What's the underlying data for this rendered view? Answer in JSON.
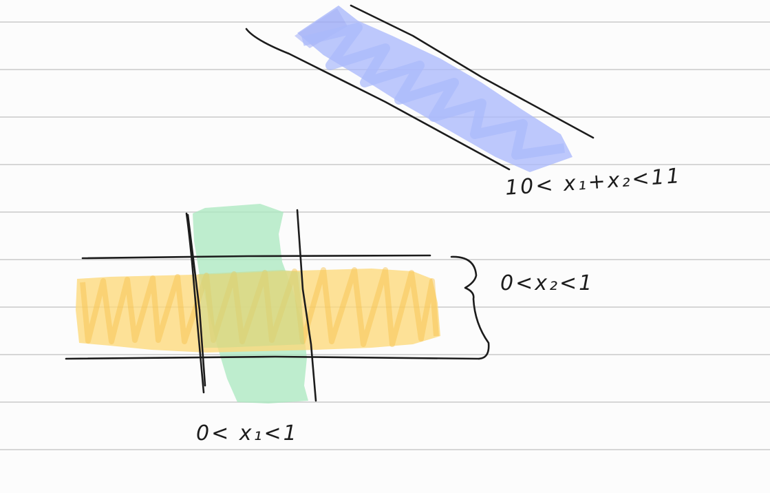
{
  "labels": {
    "band": "10< x₁+x₂<11",
    "x2_range": "0<x₂<1",
    "x1_range": "0< x₁<1"
  },
  "colors": {
    "paper": "#fcfcfc",
    "rule_lines": "#d6d6d6",
    "ink": "#1c1c1c",
    "blue_highlight": "#aab9fb",
    "yellow_highlight": "#fdd97a",
    "green_highlight": "#a9e8bf"
  }
}
